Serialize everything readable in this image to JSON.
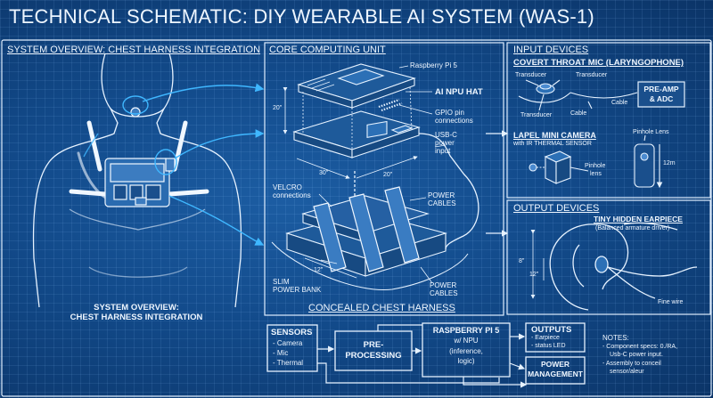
{
  "title": "TECHNICAL SCHEMATIC: DIY WEARABLE AI SYSTEM (WAS-1)",
  "overview": {
    "heading": "SYSTEM OVERVIEW: CHEST HARNESS INTEGRATION",
    "caption_line1": "SYSTEM OVERVIEW:",
    "caption_line2": "CHEST HARNESS INTEGRATION"
  },
  "core": {
    "heading": "CORE COMPUTING UNIT",
    "raspberry_pi": "Raspberry Pi 5",
    "npu_hat": "AI NPU HAT",
    "gpio_1": "GPIO pin",
    "gpio_2": "connections",
    "usbc_1": "USB-C",
    "usbc_2": "power",
    "usbc_3": "input",
    "dim_height": "20\"",
    "dim_width": "30\"",
    "dim_depth": "20\"",
    "velcro_1": "VELCRO",
    "velcro_2": "connections",
    "power_cables_1a": "POWER",
    "power_cables_1b": "CABLES",
    "dim_bank": "12\"",
    "slim_1": "SLIM",
    "slim_2": "POWER BANK",
    "power_cables_2a": "POWER",
    "power_cables_2b": "CABLES",
    "concealed": "CONCEALED CHEST HARNESS"
  },
  "input": {
    "heading": "INPUT DEVICES",
    "throat_mic": "COVERT THROAT MIC (LARYNGOPHONE)",
    "transducer_1": "Transducer",
    "transducer_2": "Transducer",
    "transducer_3": "Transducer",
    "cable_1": "Cable",
    "cable_2": "Cable",
    "preamp_1": "PRE-AMP",
    "preamp_2": "& ADC",
    "camera": "LAPEL MINI CAMERA",
    "camera_sub": "with IR THERMAL SENSOR",
    "pinhole_lens_top": "Pinhole Lens",
    "pinhole_1": "Pinhole",
    "pinhole_2": "lens",
    "dim_cam": "12m"
  },
  "output": {
    "heading": "OUTPUT DEVICES",
    "earpiece": "TINY HIDDEN EARPIECE",
    "earpiece_sub": "(Balanced armature driver)",
    "dim_1": "8\"",
    "dim_2": "12\"",
    "fine_wire": "Fine wire"
  },
  "flow": {
    "sensors_title": "SENSORS",
    "sensor_1": "- Camera",
    "sensor_2": "- Mic",
    "sensor_3": "- Thermal",
    "pre_1": "PRE-",
    "pre_2": "PROCESSING",
    "rpi_1": "RASPBERRY PI 5",
    "rpi_2": "w/ NPU",
    "rpi_3": "(inference,",
    "rpi_4": "logic)",
    "outputs_title": "OUTPUTS",
    "output_1": "- Earpiece",
    "output_2": "- status LED",
    "power_1": "POWER",
    "power_2": "MANAGEMENT"
  },
  "notes": {
    "title": "NOTES:",
    "line1": "- Component specs: 0./RA,",
    "line2": "Usb-C power input.",
    "line3": "- Assembly to conceil",
    "line4": "sensor/aleur"
  },
  "colors": {
    "background": "#124a8a",
    "line": "#dfeeff",
    "accent": "#3fb7ff"
  }
}
